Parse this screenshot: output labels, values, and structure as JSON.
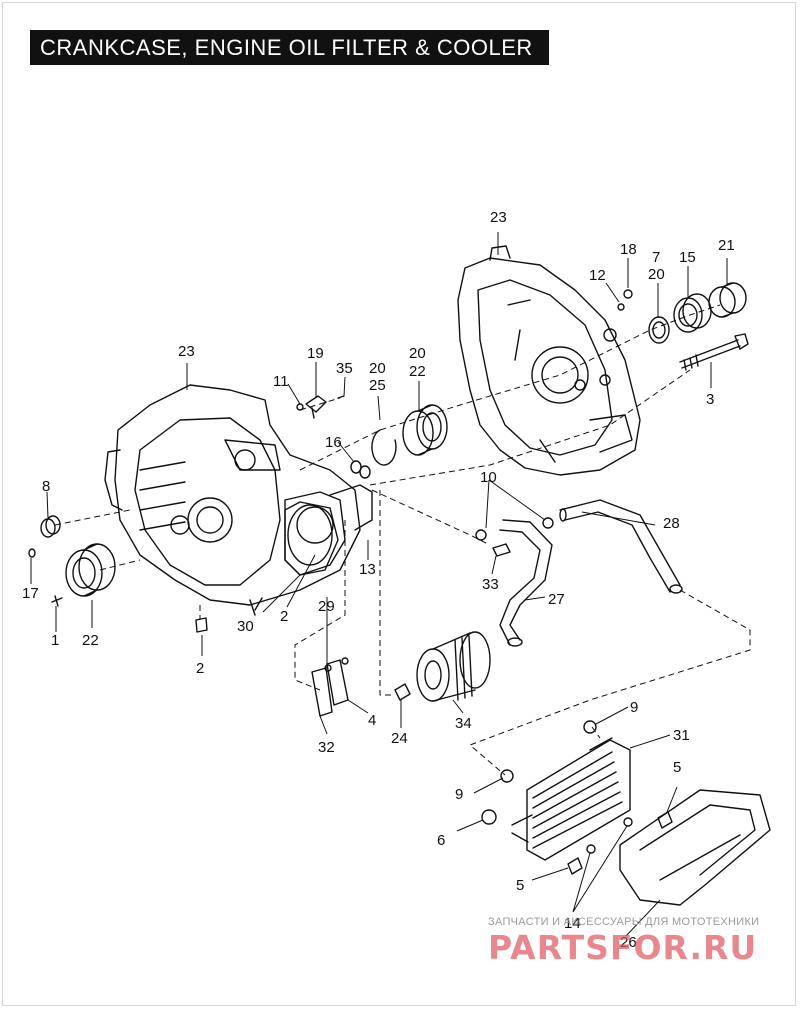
{
  "title": "CRANKCASE, ENGINE OIL FILTER & COOLER",
  "callouts": {
    "c23a": "23",
    "c18": "18",
    "c7": "7",
    "c21": "21",
    "c12": "12",
    "c20a": "20",
    "c15": "15",
    "c3": "3",
    "c23b": "23",
    "c19": "19",
    "c35": "35",
    "c20b": "20",
    "c25": "25",
    "c20c": "20",
    "c22a": "22",
    "c11": "11",
    "c16": "16",
    "c8": "8",
    "c10": "10",
    "c28": "28",
    "c17": "17",
    "c13": "13",
    "c33": "33",
    "c27": "27",
    "c1": "1",
    "c22b": "22",
    "c29": "29",
    "c2a": "2",
    "c30": "30",
    "c2b": "2",
    "c4": "4",
    "c24": "24",
    "c34": "34",
    "c32": "32",
    "c9a": "9",
    "c31": "31",
    "c5a": "5",
    "c9b": "9",
    "c6": "6",
    "c5b": "5",
    "c14": "14",
    "c26": "26"
  },
  "watermark": {
    "tagline": "ЗАПЧАСТИ И АКСЕССУАРЫ ДЛЯ МОТОТЕХНИКИ",
    "brand": "PARTSFOR.RU"
  }
}
